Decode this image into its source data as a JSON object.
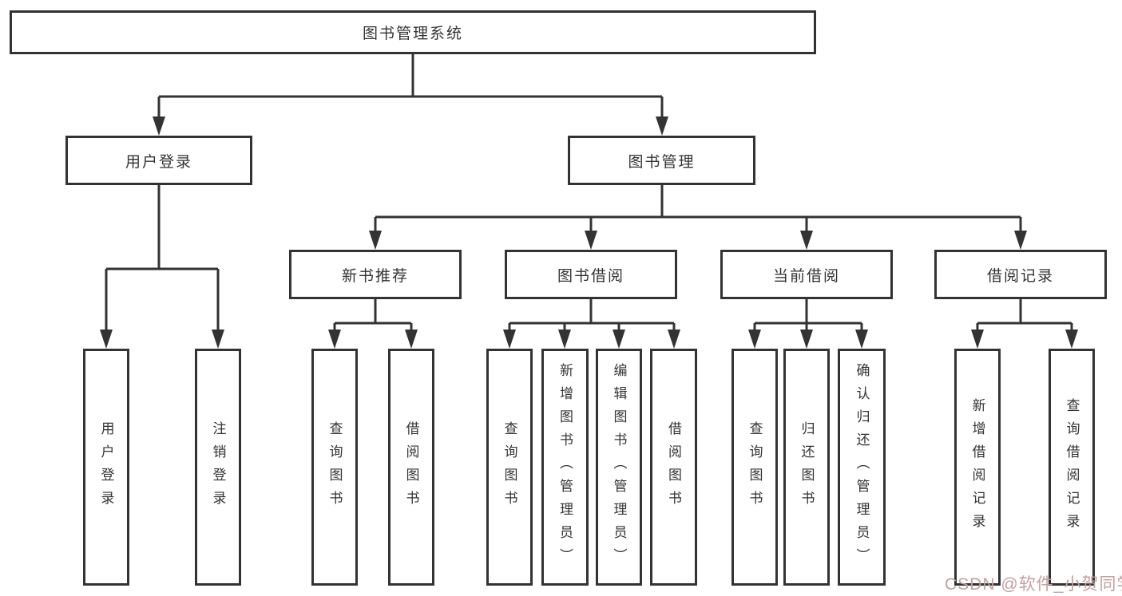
{
  "colors": {
    "line": "#333333",
    "text": "#333333",
    "background": "#ffffff",
    "watermark": "#c49f9f"
  },
  "diagram": {
    "root": "图书管理系统",
    "level2": [
      {
        "label": "用户登录",
        "children": [
          {
            "label": "用户登录"
          },
          {
            "label": "注销登录"
          }
        ]
      },
      {
        "label": "图书管理",
        "children": [
          {
            "label": "新书推荐",
            "children": [
              {
                "label": "查询图书"
              },
              {
                "label": "借阅图书"
              }
            ]
          },
          {
            "label": "图书借阅",
            "children": [
              {
                "label": "查询图书"
              },
              {
                "label": "新增图书（管理员）"
              },
              {
                "label": "编辑图书（管理员）"
              },
              {
                "label": "借阅图书"
              }
            ]
          },
          {
            "label": "当前借阅",
            "children": [
              {
                "label": "查询图书"
              },
              {
                "label": "归还图书"
              },
              {
                "label": "确认归还（管理员）"
              }
            ]
          },
          {
            "label": "借阅记录",
            "children": [
              {
                "label": "新增借阅记录"
              },
              {
                "label": "查询借阅记录"
              }
            ]
          }
        ]
      }
    ]
  },
  "watermark": {
    "text": "CSDN @软件_小贺同学"
  }
}
